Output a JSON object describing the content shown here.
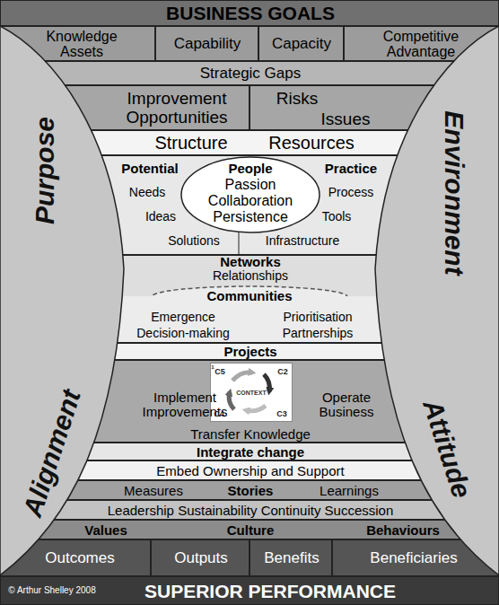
{
  "diagram": {
    "nodes": [
      {
        "text": [
          "BUSINESS GOALS"
        ]
      },
      {
        "text": [
          "Knowledge Assets"
        ]
      },
      {
        "text": [
          "Capability"
        ]
      },
      {
        "text": [
          "Capacity"
        ]
      },
      {
        "text": [
          "Competitive Advantage"
        ]
      },
      {
        "text": [
          "Strategic Gaps"
        ]
      },
      {
        "text": [
          "Improvement Opportunities"
        ]
      },
      {
        "text": [
          "Risks",
          "Issues"
        ]
      },
      {
        "text": [
          "Structure",
          "Resources"
        ]
      },
      {
        "text": [
          "Potential",
          "Needs",
          "Ideas",
          "Solutions",
          "Practice",
          "Process",
          "Tools",
          "Infrastructure"
        ]
      },
      {
        "text": [
          "People",
          "Passion",
          "Collaboration",
          "Persistence"
        ],
        "in": 9
      },
      {
        "text": [
          "Networks",
          "Relationships"
        ]
      },
      {
        "text": [
          "Communities"
        ]
      },
      {
        "text": [
          "Emergence",
          "Decision-making",
          "Prioritisation",
          "Partnerships"
        ]
      },
      {
        "text": [
          "Projects"
        ]
      },
      {
        "text": [
          "Implement Improvements",
          "Operate Business",
          "Transfer Knowledge"
        ]
      },
      {
        "text": [
          "CONTEXT"
        ],
        "in": 15
      },
      {
        "text": [
          "Integrate change"
        ]
      },
      {
        "text": [
          "Embed Ownership and Support"
        ]
      },
      {
        "text": [
          "Measures",
          "Stories",
          "Learnings"
        ]
      },
      {
        "text": [
          "Leadership Sustainability Continuity Succession"
        ]
      },
      {
        "text": [
          "Values",
          "Culture",
          "Behaviours"
        ]
      },
      {
        "text": [
          "Outcomes"
        ]
      },
      {
        "text": [
          "Outputs"
        ]
      },
      {
        "text": [
          "Benefits"
        ]
      },
      {
        "text": [
          "Beneficiaries"
        ]
      },
      {
        "text": [
          "SUPERIOR PERFORMANCE"
        ]
      }
    ],
    "edges": [],
    "labels": [
      "Purpose",
      "Environment",
      "Alignment",
      "Attitude",
      "1",
      "C5",
      "C2",
      "C3",
      "C4",
      "© Arthur Shelley 2008"
    ]
  }
}
